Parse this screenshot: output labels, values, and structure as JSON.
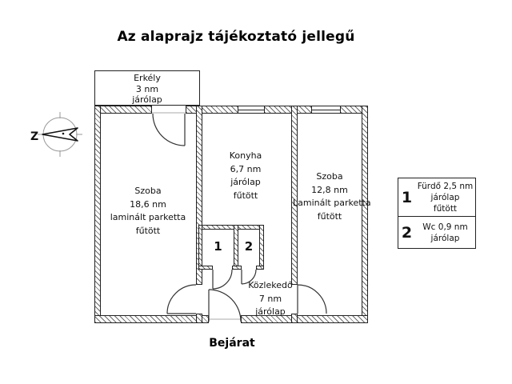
{
  "title": "Az alaprajz tájékoztató jellegű",
  "compass": {
    "north_label": "Z"
  },
  "balcony": {
    "name": "Erkély",
    "area": "3 nm",
    "floor": "járólap"
  },
  "rooms": {
    "living": {
      "name": "Szoba",
      "area": "18,6 nm",
      "floor": "laminált parketta",
      "heating": "fűtött"
    },
    "kitchen": {
      "name": "Konyha",
      "area": "6,7 nm",
      "floor": "járólap",
      "heating": "fűtött"
    },
    "bedroom": {
      "name": "Szoba",
      "area": "12,8 nm",
      "floor": "Laminált parketta",
      "heating": "fűtött"
    },
    "hallway": {
      "name": "Közlekedő",
      "area": "7 nm",
      "floor": "járólap"
    },
    "bath_number": "1",
    "wc_number": "2"
  },
  "legend": {
    "items": [
      {
        "number": "1",
        "line1": "Fürdő  2,5 nm",
        "line2": "járólap",
        "line3": "fűtött"
      },
      {
        "number": "2",
        "line1": "Wc 0,9 nm",
        "line2": "járólap",
        "line3": ""
      }
    ]
  },
  "footer": {
    "entrance_label": "Bejárat"
  },
  "colors": {
    "wall_line": "#222222",
    "hatch": "#6a6a6a",
    "text": "#111111",
    "background": "#ffffff"
  }
}
